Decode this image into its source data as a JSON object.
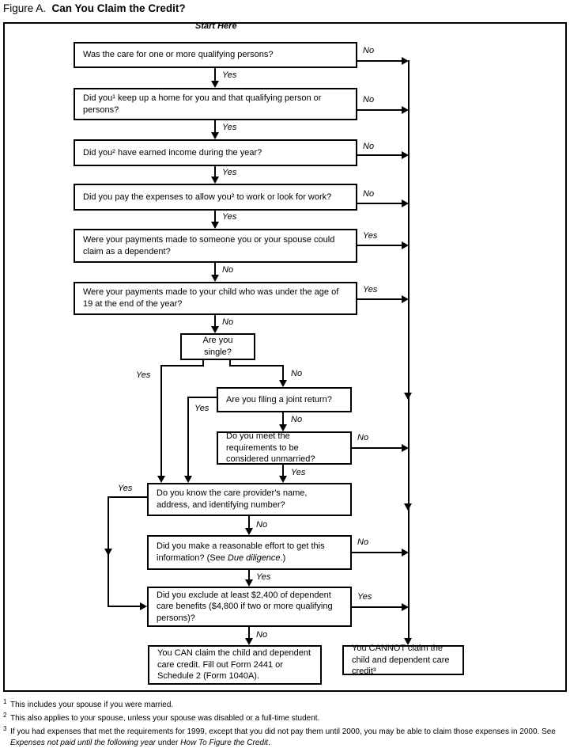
{
  "title": {
    "prefix": "Figure A.",
    "main": "Can You Claim the Credit?"
  },
  "start_label": "Start Here",
  "labels": {
    "yes": "Yes",
    "no": "No"
  },
  "nodes": {
    "q1": {
      "text": "Was the care for one or more qualifying persons?"
    },
    "q2": {
      "text": "Did you¹ keep up a home for you and that qualifying person or persons?"
    },
    "q3": {
      "text": "Did you² have earned income during the year?"
    },
    "q4": {
      "text": "Did you pay the expenses to allow you² to work or look for work?"
    },
    "q5": {
      "text": "Were your payments made to someone you or your spouse could claim as a dependent?"
    },
    "q6": {
      "text": "Were your payments made to your child who was under the age of 19 at the end of the year?"
    },
    "q7": {
      "text": "Are you single?"
    },
    "q8": {
      "text": "Are you filing a joint return?"
    },
    "q9": {
      "text": "Do you meet the requirements to be considered unmarried?"
    },
    "q10": {
      "text": "Do you know the care provider's name, address, and identifying number?"
    },
    "q11": {
      "pre": "Did you make a reasonable effort to get this information? (See ",
      "italic": "Due diligence",
      "post": ".)"
    },
    "q12": {
      "text": "Did you exclude at least $2,400 of dependent care benefits ($4,800 if two or more qualifying persons)?"
    },
    "can": {
      "text": "You CAN claim the child and dependent care credit. Fill out Form 2441 or Schedule 2 (Form 1040A)."
    },
    "cannot": {
      "text": "You CANNOT claim the child and dependent care credit³"
    }
  },
  "footnotes": [
    {
      "marker": "1",
      "text": "This includes your spouse if you were married."
    },
    {
      "marker": "2",
      "text": "This also applies to your spouse, unless your spouse was disabled or a full-time student."
    },
    {
      "marker": "3",
      "pre": "If you had expenses that met the requirements for 1999, except that you did not pay them until 2000, you may be able to claim those expenses in 2000. See ",
      "italic1": "Expenses not paid until the following year",
      "mid": " under ",
      "italic2": "How To Figure the Credit",
      "post": "."
    }
  ]
}
